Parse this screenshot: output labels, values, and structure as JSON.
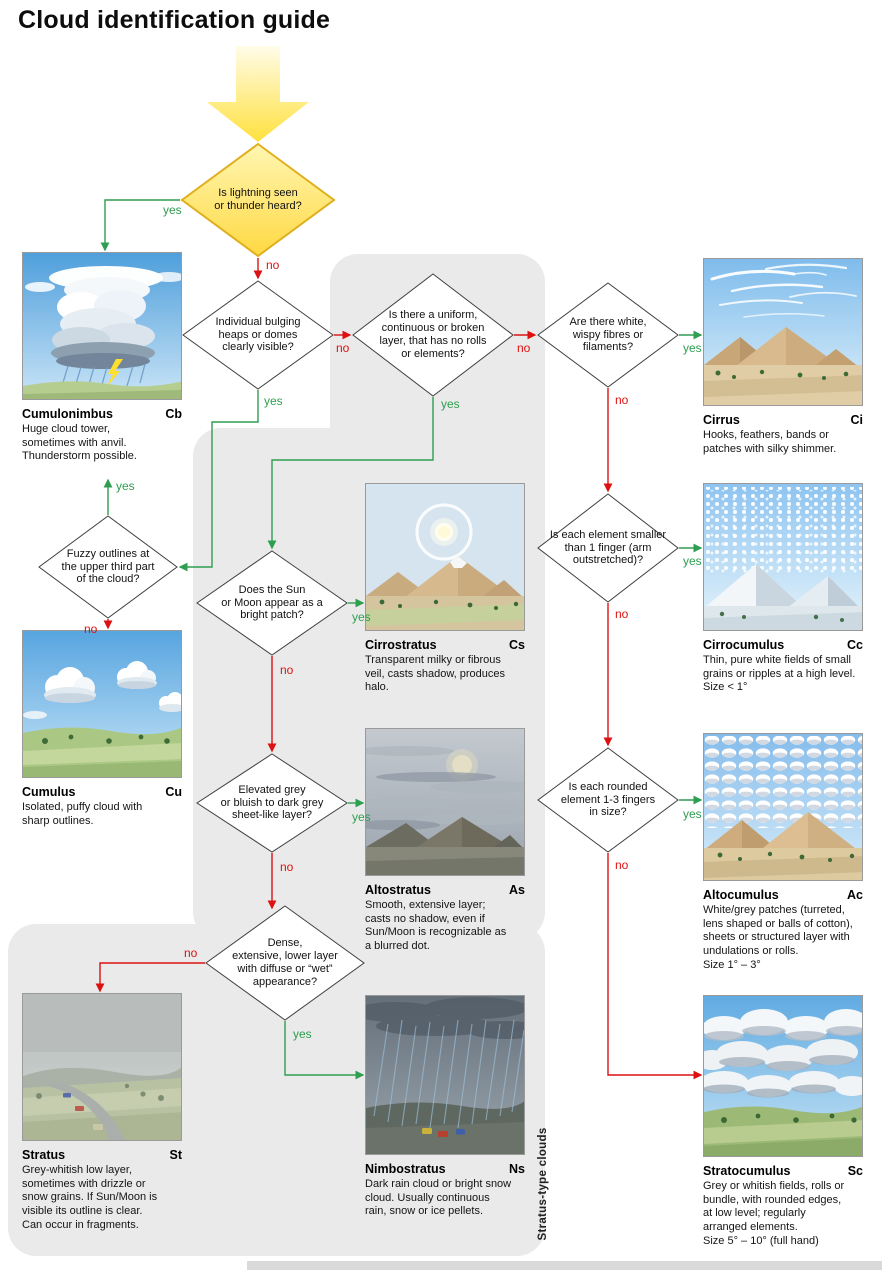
{
  "title": "Cloud identification guide",
  "region": {
    "label": "Stratus-type clouds"
  },
  "labels": {
    "yes": "yes",
    "no": "no"
  },
  "colors": {
    "yes_green": "#2e9e50",
    "no_red": "#dd1111",
    "start_yellow": "#ffdf3e",
    "region_grey": "#eaeaea"
  },
  "decisions": {
    "lightning": "Is lightning seen\nor thunder heard?",
    "heaps": "Individual bulging\nheaps or domes\nclearly visible?",
    "uniform": "Is there a uniform,\ncontinuous or broken\nlayer, that has no rolls\nor elements?",
    "wispy": "Are there white,\nwispy fibres or\nfilaments?",
    "small": "Is each element smaller\nthan 1 finger (arm\noutstretched)?",
    "rounded": "Is each rounded\nelement 1-3 fingers\nin size?",
    "fuzzy": "Fuzzy outlines at\nthe upper third part\nof the cloud?",
    "bright": "Does the Sun\nor Moon appear as a\nbright patch?",
    "elevated": "Elevated grey\nor bluish to dark grey\nsheet-like layer?",
    "dense": "Dense,\nextensive, lower layer\nwith diffuse or “wet”\nappearance?"
  },
  "clouds": {
    "cumulonimbus": {
      "name": "Cumulonimbus",
      "abbr": "Cb",
      "desc": "Huge cloud tower,\nsometimes with anvil.\nThunderstorm possible."
    },
    "cirrus": {
      "name": "Cirrus",
      "abbr": "Ci",
      "desc": "Hooks, feathers, bands or\npatches with silky shimmer."
    },
    "cirrocumulus": {
      "name": "Cirrocumulus",
      "abbr": "Cc",
      "desc": "Thin, pure white fields of small\ngrains or ripples at a high level.\nSize < 1°"
    },
    "cirrostratus": {
      "name": "Cirrostratus",
      "abbr": "Cs",
      "desc": "Transparent milky or fibrous\nveil, casts shadow, produces\nhalo."
    },
    "cumulus": {
      "name": "Cumulus",
      "abbr": "Cu",
      "desc": "Isolated, puffy cloud with\nsharp outlines."
    },
    "altostratus": {
      "name": "Altostratus",
      "abbr": "As",
      "desc": "Smooth, extensive layer;\ncasts no shadow, even if\nSun/Moon is recognizable as\na blurred dot."
    },
    "altocumulus": {
      "name": "Altocumulus",
      "abbr": "Ac",
      "desc": "White/grey patches (turreted,\nlens shaped or balls of cotton),\nsheets or structured layer with\nundulations or rolls.\nSize 1° – 3°"
    },
    "stratus": {
      "name": "Stratus",
      "abbr": "St",
      "desc": "Grey-whitish low layer,\nsometimes with drizzle or\nsnow grains. If Sun/Moon is\nvisible its outline is clear.\nCan occur in fragments."
    },
    "nimbostratus": {
      "name": "Nimbostratus",
      "abbr": "Ns",
      "desc": "Dark rain cloud or bright snow\ncloud. Usually continuous\nrain, snow or ice pellets."
    },
    "stratocumulus": {
      "name": "Stratocumulus",
      "abbr": "Sc",
      "desc": "Grey or whitish fields, rolls or\nbundle, with rounded edges,\nat low level; regularly\narranged elements.\nSize 5° – 10° (full hand)"
    }
  }
}
